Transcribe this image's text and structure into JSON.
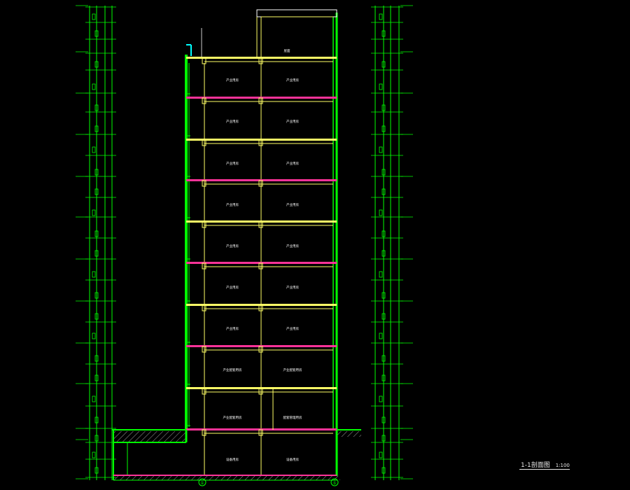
{
  "drawing": {
    "title": "1-1剖面图",
    "scale": "1:100",
    "roof_label": "屋面",
    "axis_left": "①",
    "axis_right": "⑤",
    "rooms": [
      [
        "产业用房",
        "产业用房"
      ],
      [
        "产业用房",
        "产业用房"
      ],
      [
        "产业用房",
        "产业用房"
      ],
      [
        "产业用房",
        "产业用房"
      ],
      [
        "产业用房",
        "产业用房"
      ],
      [
        "产业用房",
        "产业用房"
      ],
      [
        "产业用房",
        "产业用房"
      ],
      [
        "产业配套用房",
        "产业配套用房"
      ],
      [
        "产业配套用房",
        "配套管理用房"
      ],
      [
        "设备用房",
        "设备用房"
      ]
    ],
    "colors": {
      "background": "#000000",
      "wall": "#00ff00",
      "floor_slab": "#ffff66",
      "ground_slab": "#ff3399",
      "dimension": "#00ff00",
      "text": "#ffffff",
      "hatch": "#9a9a9a",
      "parapet": "#00ffff"
    }
  }
}
